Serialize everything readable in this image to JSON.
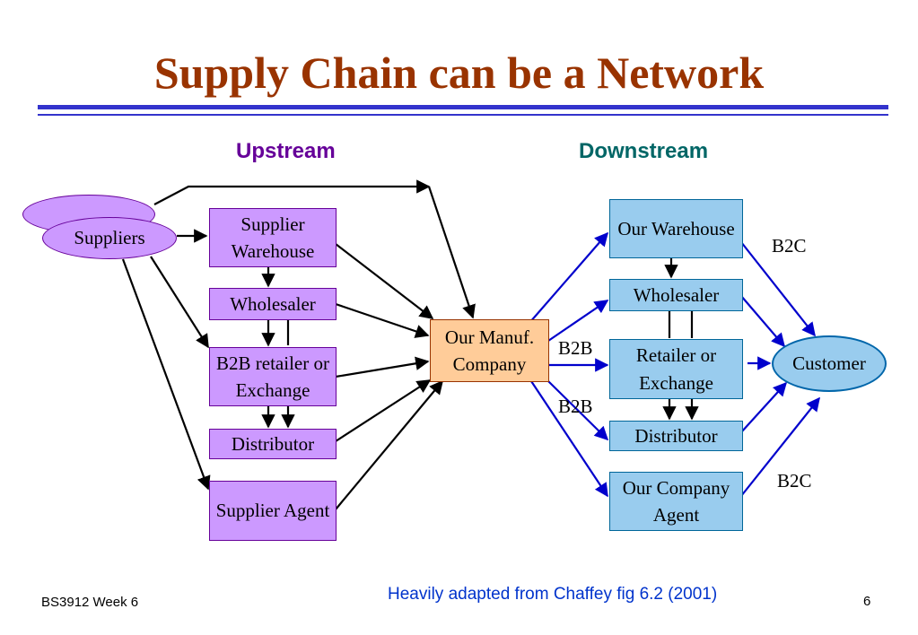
{
  "title": "Supply Chain can be a Network",
  "headers": {
    "upstream": "Upstream",
    "downstream": "Downstream"
  },
  "upstream": {
    "suppliers": "Suppliers",
    "supplier_warehouse": "Supplier Warehouse",
    "wholesaler": "Wholesaler",
    "b2b_retailer": "B2B retailer or Exchange",
    "distributor": "Distributor",
    "supplier_agent": "Supplier Agent"
  },
  "center": {
    "manufacturer": "Our Manuf. Company"
  },
  "downstream": {
    "our_warehouse": "Our Warehouse",
    "wholesaler": "Wholesaler",
    "retailer": "Retailer or Exchange",
    "distributor": "Distributor",
    "company_agent": "Our Company Agent",
    "customer": "Customer"
  },
  "labels": {
    "b2c_top": "B2C",
    "b2b_top": "B2B",
    "b2b_bottom": "B2B",
    "b2c_bottom": "B2C"
  },
  "footer": {
    "left": "BS3912 Week 6",
    "credit": "Heavily adapted from Chaffey fig 6.2 (2001)",
    "page": "6"
  },
  "colors": {
    "title": "#993300",
    "rule": "#3333cc",
    "upstream": "#660099",
    "downstream": "#006666",
    "credit": "#0033cc"
  }
}
